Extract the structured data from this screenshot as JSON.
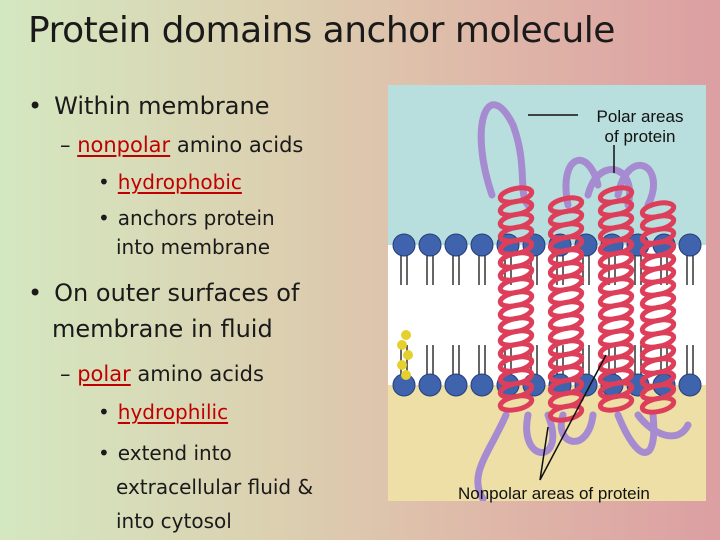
{
  "slide": {
    "title": "Protein domains anchor molecule",
    "bullets": [
      {
        "text": "Within membrane",
        "sub": {
          "prefix": "– ",
          "keyword": "nonpolar",
          "rest": " amino acids",
          "items": [
            {
              "keyword": "hydrophobic"
            },
            {
              "line1": "anchors protein",
              "line2": "into membrane"
            }
          ]
        }
      },
      {
        "line1": "On outer surfaces of",
        "line2": "membrane in fluid",
        "sub": {
          "prefix": "– ",
          "keyword": "polar",
          "rest": " amino acids",
          "items": [
            {
              "keyword": "hydrophilic"
            },
            {
              "line1": "extend into",
              "line2": "extracellular fluid &",
              "line3": "into cytosol"
            }
          ]
        }
      }
    ]
  },
  "figure": {
    "label_polar_line1": "Polar areas",
    "label_polar_line2": "of protein",
    "label_nonpolar": "Nonpolar areas of protein"
  },
  "colors": {
    "text": "#1a1a1a",
    "keyword": "#c00000",
    "extracellular": "#b8dede",
    "cytosol": "#eedfa6",
    "helix": "#dd3f5a",
    "loop": "#a68bd0",
    "phospholipid_head": "#3f63ad"
  }
}
